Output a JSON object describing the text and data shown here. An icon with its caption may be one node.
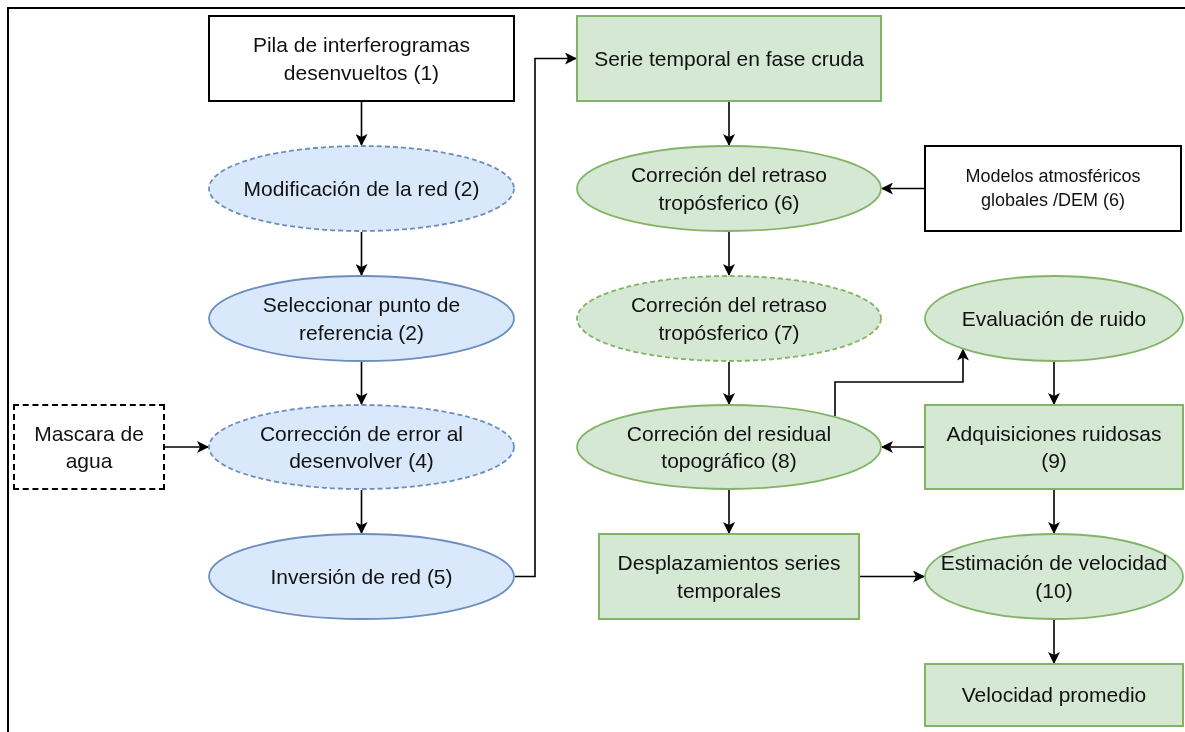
{
  "diagram": {
    "nodes": [
      {
        "text": [
          "Pila de interferogramas desenvueltos (1)"
        ]
      },
      {
        "text": [
          "Modificación de la red (2)"
        ]
      },
      {
        "text": [
          "Seleccionar punto de referencia (2)"
        ]
      },
      {
        "text": [
          "Mascara de agua"
        ]
      },
      {
        "text": [
          "Corrección de error al desenvolver (4)"
        ]
      },
      {
        "text": [
          "Inversión de red (5)"
        ]
      },
      {
        "text": [
          "Serie temporal en fase cruda"
        ]
      },
      {
        "text": [
          "Correción del retraso tropósferico (6)"
        ]
      },
      {
        "text": [
          "Modelos atmosféricos globales /DEM (6)"
        ]
      },
      {
        "text": [
          "Correción del retraso tropósferico (7)"
        ]
      },
      {
        "text": [
          "Evaluación de ruido"
        ]
      },
      {
        "text": [
          "Correción del residual topográfico (8)"
        ]
      },
      {
        "text": [
          "Adquisiciones ruidosas (9)"
        ]
      },
      {
        "text": [
          "Desplazamientos series temporales"
        ]
      },
      {
        "text": [
          "Estimación de velocidad (10)"
        ]
      },
      {
        "text": [
          "Velocidad promedio"
        ]
      }
    ],
    "edges": [
      {
        "from": 0,
        "to": 1,
        "arrow": "to"
      },
      {
        "from": 1,
        "to": 2,
        "arrow": "to"
      },
      {
        "from": 2,
        "to": 4,
        "arrow": "to"
      },
      {
        "from": 3,
        "to": 4,
        "arrow": "to"
      },
      {
        "from": 4,
        "to": 5,
        "arrow": "to"
      },
      {
        "from": 5,
        "to": 6,
        "arrow": "to"
      },
      {
        "from": 6,
        "to": 7,
        "arrow": "to"
      },
      {
        "from": 8,
        "to": 7,
        "arrow": "to"
      },
      {
        "from": 7,
        "to": 9,
        "arrow": "to"
      },
      {
        "from": 9,
        "to": 11,
        "arrow": "to"
      },
      {
        "from": 11,
        "to": 10,
        "arrow": "to"
      },
      {
        "from": 10,
        "to": 12,
        "arrow": "to"
      },
      {
        "from": 12,
        "to": 11,
        "arrow": "to"
      },
      {
        "from": 11,
        "to": 13,
        "arrow": "to"
      },
      {
        "from": 12,
        "to": 14,
        "arrow": "to"
      },
      {
        "from": 13,
        "to": 14,
        "arrow": "to"
      },
      {
        "from": 14,
        "to": 15,
        "arrow": "to"
      }
    ]
  }
}
